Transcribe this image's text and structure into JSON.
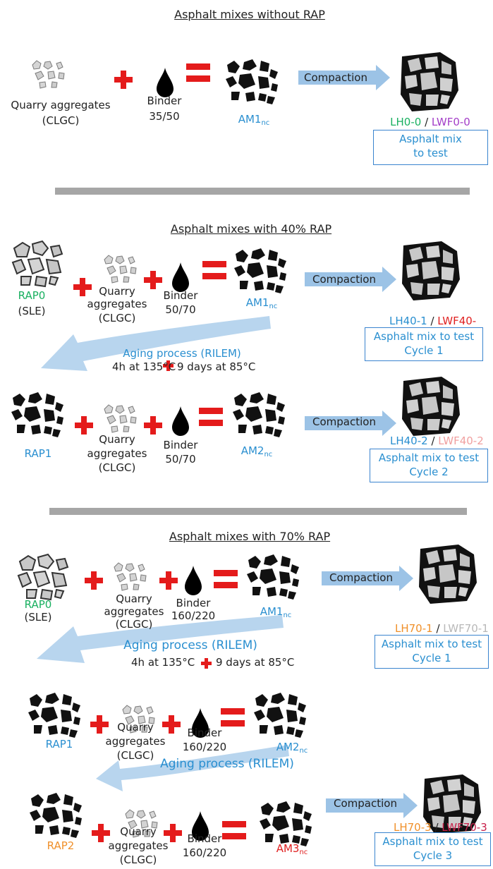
{
  "section1": {
    "heading": "Asphalt mixes without RAP",
    "quarry_line1": "Quarry aggregates",
    "quarry_line2": "(CLGC)",
    "binder": "Binder",
    "binder_grade": "35/50",
    "am_base": "AM1",
    "am_sub": "nc",
    "compaction": "Compaction",
    "lh": "LH0-0",
    "slash": " / ",
    "lwf": "LWF0-0",
    "box_line1": "Asphalt mix",
    "box_line2": "to test"
  },
  "section2": {
    "heading": "Asphalt mixes with 40% RAP",
    "rap0": "RAP0",
    "sle": "(SLE)",
    "quarry_a": "Quarry",
    "quarry_b": "aggregates",
    "quarry_c": "(CLGC)",
    "binder": "Binder",
    "binder_grade": "50/70",
    "am1_base": "AM1",
    "am1_sub": "nc",
    "compaction": "Compaction",
    "lh1": "LH40-1",
    "slash": " / ",
    "lwf1": "LWF40-",
    "box1_line1": "Asphalt mix to test",
    "box1_line2": "Cycle 1",
    "aging_title": "Aging process (RILEM)",
    "aging_left": "4h at 135°C",
    "aging_right": "9 days at 85°C",
    "rap1": "RAP1",
    "quarry2_a": "Quarry",
    "quarry2_b": "aggregates",
    "quarry2_c": "(CLGC)",
    "binder2": "Binder",
    "binder2_grade": "50/70",
    "am2_base": "AM2",
    "am2_sub": "nc",
    "compaction2": "Compaction",
    "lh2": "LH40-2",
    "lwf2": "LWF40-2",
    "box2_line1": "Asphalt mix to test",
    "box2_line2": "Cycle 2"
  },
  "section3": {
    "heading": "Asphalt mixes with 70% RAP",
    "rap0": "RAP0",
    "sle": "(SLE)",
    "quarry_a": "Quarry",
    "quarry_b": "aggregates",
    "quarry_c": "(CLGC)",
    "binder": "Binder",
    "binder_grade": "160/220",
    "am1_base": "AM1",
    "am1_sub": "nc",
    "compaction": "Compaction",
    "lh1": "LH70-1",
    "slash": " / ",
    "lwf1": "LWF70-1",
    "box1_line1": "Asphalt mix to test",
    "box1_line2": "Cycle 1",
    "aging_title": "Aging process (RILEM)",
    "aging_left": "4h at 135°C",
    "aging_right": "9 days at 85°C",
    "rap1": "RAP1",
    "quarry2_a": "Quarry",
    "quarry2_b": "aggregates",
    "quarry2_c": "(CLGC)",
    "binder2": "Binder",
    "binder2_grade": "160/220",
    "am2_base": "AM2",
    "am2_sub": "nc",
    "aging2_title": "Aging process (RILEM)",
    "rap2": "RAP2",
    "quarry3_a": "Quarry",
    "quarry3_b": "aggregates",
    "quarry3_c": "(CLGC)",
    "binder3": "Binder",
    "binder3_grade": "160/220",
    "am3_base": "AM3",
    "am3_sub": "nc",
    "compaction3": "Compaction",
    "lh3": "LH70-3",
    "lwf3": "LWF70-3",
    "box3_line1": "Asphalt mix to test",
    "box3_line2": "Cycle 3"
  },
  "colors": {
    "blue_text": "#2a8fd0",
    "green_text": "#19b060",
    "purple_text": "#a33ec8",
    "red_text": "#e02020",
    "pink_text": "#f0a0a0",
    "orange_text": "#f0902a",
    "grey_text": "#b8b8b8",
    "crimson_text": "#c8204a",
    "arrow_fill": "#9cc3e6",
    "plus_red": "#e41b1b",
    "separator": "#a6a6a6"
  },
  "icons": [
    "quarry-aggregates-icon",
    "rap-aggregates-icon",
    "binder-drop-icon",
    "asphalt-mix-icon",
    "compacted-mix-icon",
    "plus-icon",
    "equals-icon",
    "compaction-arrow-icon",
    "aging-arrow-icon"
  ]
}
